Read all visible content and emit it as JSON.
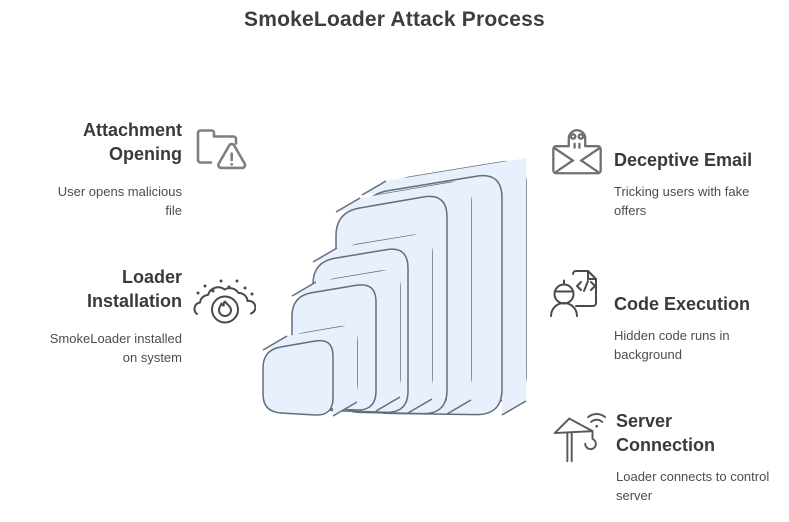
{
  "title": "SmokeLoader Attack Process",
  "steps": [
    {
      "id": "attachment-opening",
      "side": "left",
      "icon": "folder-warning-icon",
      "heading": "Attachment Opening",
      "description": "User opens malicious file"
    },
    {
      "id": "loader-installation",
      "side": "left",
      "icon": "smoke-flame-icon",
      "heading": "Loader Installation",
      "description": "SmokeLoader installed on system"
    },
    {
      "id": "deceptive-email",
      "side": "right",
      "icon": "skull-envelope-icon",
      "heading": "Deceptive Email",
      "description": "Tricking users with fake offers"
    },
    {
      "id": "code-execution",
      "side": "right",
      "icon": "person-code-file-icon",
      "heading": "Code Execution",
      "description": "Hidden code runs in background"
    },
    {
      "id": "server-connection",
      "side": "right",
      "icon": "crane-wifi-icon",
      "heading": "Server Connection",
      "description": "Loader connects to control server"
    }
  ],
  "graphic": {
    "name": "stacked-rounded-tiles",
    "tile_count": 5,
    "tile_fill": "#E9F0FD",
    "tile_stroke": "#646D7C"
  },
  "colors": {
    "background": "#FFFFFF",
    "title_text": "#3D3D3D",
    "heading_text": "#3A3A3A",
    "body_text": "#4D4D4D",
    "icon_stroke_light": "#7B8085",
    "icon_stroke_dark": "#4A4A4A"
  }
}
